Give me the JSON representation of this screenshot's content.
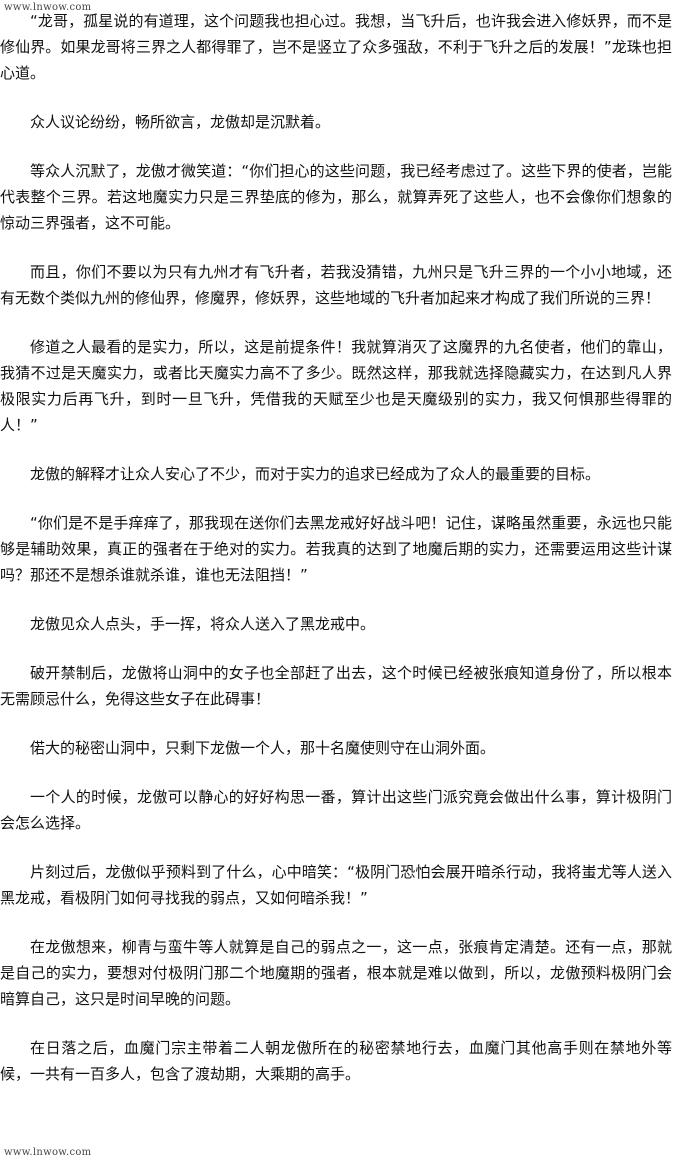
{
  "watermark": {
    "top": "www.lnwow.com",
    "bottom": "www.lnwow.com"
  },
  "paragraphs": [
    "“龙哥，孤星说的有道理，这个问题我也担心过。我想，当飞升后，也许我会进入修妖界，而不是修仙界。如果龙哥将三界之人都得罪了，岂不是竖立了众多强敌，不利于飞升之后的发展！”龙珠也担心道。",
    "众人议论纷纷，畅所欲言，龙傲却是沉默着。",
    "等众人沉默了，龙傲才微笑道：“你们担心的这些问题，我已经考虑过了。这些下界的使者，岂能代表整个三界。若这地魔实力只是三界垫底的修为，那么，就算弄死了这些人，也不会像你们想象的惊动三界强者，这不可能。",
    "而且，你们不要以为只有九州才有飞升者，若我没猜错，九州只是飞升三界的一个小小地域，还有无数个类似九州的修仙界，修魔界，修妖界，这些地域的飞升者加起来才构成了我们所说的三界！",
    "修道之人最看的是实力，所以，这是前提条件！我就算消灭了这魔界的九名使者，他们的靠山，我猜不过是天魔实力，或者比天魔实力高不了多少。既然这样，那我就选择隐藏实力，在达到凡人界极限实力后再飞升，到时一旦飞升，凭借我的天赋至少也是天魔级别的实力，我又何惧那些得罪的人！”",
    "龙傲的解释才让众人安心了不少，而对于实力的追求已经成为了众人的最重要的目标。",
    "“你们是不是手痒痒了，那我现在送你们去黑龙戒好好战斗吧！记住，谋略虽然重要，永远也只能够是辅助效果，真正的强者在于绝对的实力。若我真的达到了地魔后期的实力，还需要运用这些计谋吗？那还不是想杀谁就杀谁，谁也无法阻挡！”",
    "龙傲见众人点头，手一挥，将众人送入了黑龙戒中。",
    "破开禁制后，龙傲将山洞中的女子也全部赶了出去，这个时候已经被张痕知道身份了，所以根本无需顾忌什么，免得这些女子在此碍事！",
    "偌大的秘密山洞中，只剩下龙傲一个人，那十名魔使则守在山洞外面。",
    "一个人的时候，龙傲可以静心的好好构思一番，算计出这些门派究竟会做出什么事，算计极阴门会怎么选择。",
    "片刻过后，龙傲似乎预料到了什么，心中暗笑：“极阴门恐怕会展开暗杀行动，我将蚩尤等人送入黑龙戒，看极阴门如何寻找我的弱点，又如何暗杀我！”",
    "在龙傲想来，柳青与蛮牛等人就算是自己的弱点之一，这一点，张痕肯定清楚。还有一点，那就是自己的实力，要想对付极阴门那二个地魔期的强者，根本就是难以做到，所以，龙傲预料极阴门会暗算自己，这只是时间早晚的问题。",
    "在日落之后，血魔门宗主带着二人朝龙傲所在的秘密禁地行去，血魔门其他高手则在禁地外等候，一共有一百多人，包含了渡劫期，大乘期的高手。"
  ]
}
